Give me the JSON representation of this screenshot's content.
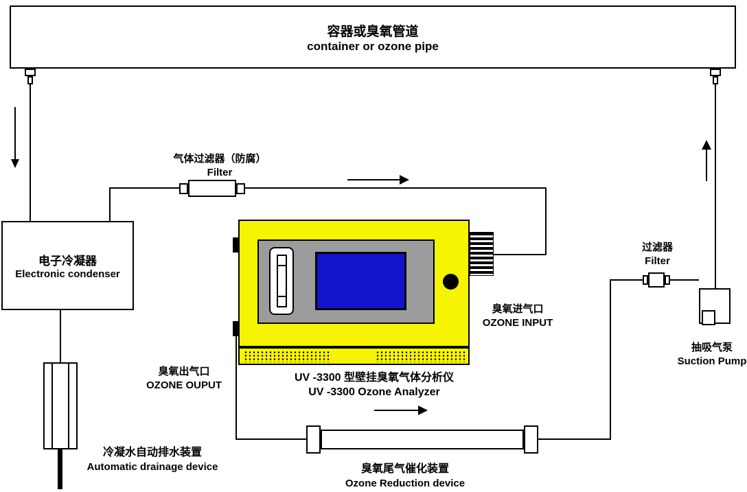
{
  "labels": {
    "container_pipe": {
      "zh": "容器或臭氧管道",
      "en": "container or ozone pipe"
    },
    "gas_filter": {
      "zh": "气体过滤器（防腐）",
      "en": "Filter"
    },
    "condenser": {
      "zh": "电子冷凝器",
      "en": "Electronic condenser"
    },
    "drainage": {
      "zh": "冷凝水自动排水装置",
      "en": "Automatic drainage device"
    },
    "ozone_output": {
      "zh": "臭氧出气口",
      "en": "OZONE OUPUT"
    },
    "analyzer": {
      "zh": "UV -3300 型壁挂臭氧气体分析仪",
      "en": "UV -3300 Ozone Analyzer"
    },
    "ozone_input": {
      "zh": "臭氧进气口",
      "en": "OZONE INPUT"
    },
    "reduction": {
      "zh": "臭氧尾气催化装置",
      "en": "Ozone Reduction device"
    },
    "filter2": {
      "zh": "过滤器",
      "en": "Filter"
    },
    "pump": {
      "zh": "抽吸气泵",
      "en": "Suction Pump"
    }
  },
  "colors": {
    "analyzer_body": "#f6f400",
    "panel_gray": "#9c9c9c",
    "screen_blue": "#1414cc",
    "line": "#000000",
    "background": "#ffffff"
  }
}
